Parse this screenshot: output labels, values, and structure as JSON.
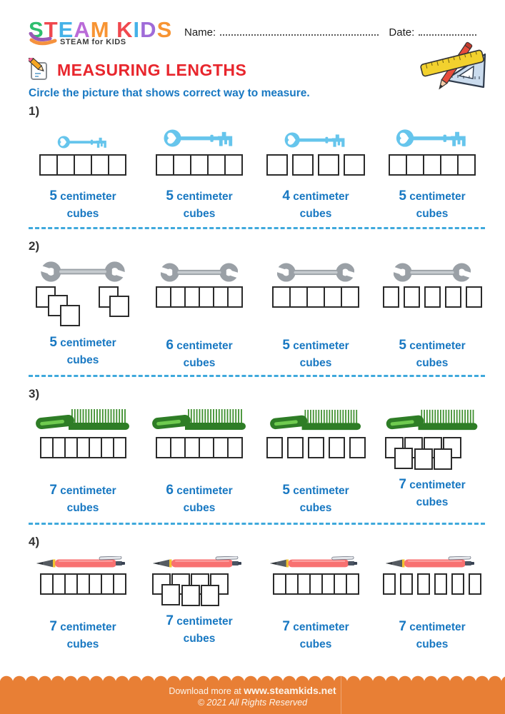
{
  "header": {
    "logo": {
      "letters": [
        {
          "ch": "S",
          "color": "#2ebe6e"
        },
        {
          "ch": "T",
          "color": "#f0484e"
        },
        {
          "ch": "E",
          "color": "#45b2e8"
        },
        {
          "ch": "A",
          "color": "#ba6bd8"
        },
        {
          "ch": "M",
          "color": "#f79433"
        },
        {
          "ch": " ",
          "color": "#000000"
        },
        {
          "ch": "K",
          "color": "#f0484e"
        },
        {
          "ch": "I",
          "color": "#45b2e8"
        },
        {
          "ch": "D",
          "color": "#9f6bd8"
        },
        {
          "ch": "S",
          "color": "#f79433"
        }
      ],
      "tagline": "STEAM for KIDS"
    },
    "name_label": "Name:",
    "date_label": "Date:"
  },
  "title": {
    "text": "MEASURING LENGTHS",
    "color": "#e8262d"
  },
  "instruction": {
    "text": "Circle the picture that shows correct way to measure.",
    "color": "#1878c2"
  },
  "colors": {
    "label_blue": "#1878c2",
    "separator_blue": "#3fa9dc",
    "footer_orange": "#e87f35",
    "cube_border": "#2b2b2b"
  },
  "rows": [
    {
      "number": "1)",
      "object": "key",
      "object_color": "#66c5ec",
      "options": [
        {
          "count": "5",
          "word1": "centimeter",
          "word2": "cubes",
          "cubes": 5,
          "arrangement": "touching",
          "object_width": 72
        },
        {
          "count": "5",
          "word1": "centimeter",
          "word2": "cubes",
          "cubes": 5,
          "arrangement": "touching",
          "object_width": 100
        },
        {
          "count": "4",
          "word1": "centimeter",
          "word2": "cubes",
          "cubes": 4,
          "arrangement": "gaps",
          "object_width": 88
        },
        {
          "count": "5",
          "word1": "centimeter",
          "word2": "cubes",
          "cubes": 5,
          "arrangement": "touching",
          "object_width": 102
        }
      ]
    },
    {
      "number": "2)",
      "object": "wrench",
      "object_color": "#9aa0a6",
      "options": [
        {
          "count": "5",
          "word1": "centimeter",
          "word2": "cubes",
          "cubes": 5,
          "arrangement": "scattered-stairs",
          "object_width": 118
        },
        {
          "count": "6",
          "word1": "centimeter",
          "word2": "cubes",
          "cubes": 6,
          "arrangement": "touching",
          "object_width": 108
        },
        {
          "count": "5",
          "word1": "centimeter",
          "word2": "cubes",
          "cubes": 5,
          "arrangement": "touching",
          "object_width": 108
        },
        {
          "count": "5",
          "word1": "centimeter",
          "word2": "cubes",
          "cubes": 5,
          "arrangement": "gaps",
          "object_width": 108
        }
      ]
    },
    {
      "number": "3)",
      "object": "comb",
      "object_color": "#2e7d26",
      "options": [
        {
          "count": "7",
          "word1": "centimeter",
          "word2": "cubes",
          "cubes": 7,
          "arrangement": "touching",
          "object_width": 132
        },
        {
          "count": "6",
          "word1": "centimeter",
          "word2": "cubes",
          "cubes": 6,
          "arrangement": "touching",
          "object_width": 132
        },
        {
          "count": "5",
          "word1": "centimeter",
          "word2": "cubes",
          "cubes": 5,
          "arrangement": "gaps",
          "object_width": 128
        },
        {
          "count": "7",
          "word1": "centimeter",
          "word2": "cubes",
          "cubes": 7,
          "arrangement": "scattered-zigzag",
          "object_width": 130
        }
      ]
    },
    {
      "number": "4)",
      "object": "pen",
      "object_color": "#f87171",
      "options": [
        {
          "count": "7",
          "word1": "centimeter",
          "word2": "cubes",
          "cubes": 7,
          "arrangement": "touching",
          "object_width": 130
        },
        {
          "count": "7",
          "word1": "centimeter",
          "word2": "cubes",
          "cubes": 7,
          "arrangement": "scattered-zigzag",
          "object_width": 130
        },
        {
          "count": "7",
          "word1": "centimeter",
          "word2": "cubes",
          "cubes": 7,
          "arrangement": "touching",
          "object_width": 128
        },
        {
          "count": "7",
          "word1": "centimeter",
          "word2": "cubes",
          "cubes": 6,
          "arrangement": "gaps",
          "object_width": 130
        }
      ]
    }
  ],
  "footer": {
    "prefix": "Download more at",
    "site": "www.steamkids.net",
    "copyright": "© 2021 All Rights Reserved"
  }
}
